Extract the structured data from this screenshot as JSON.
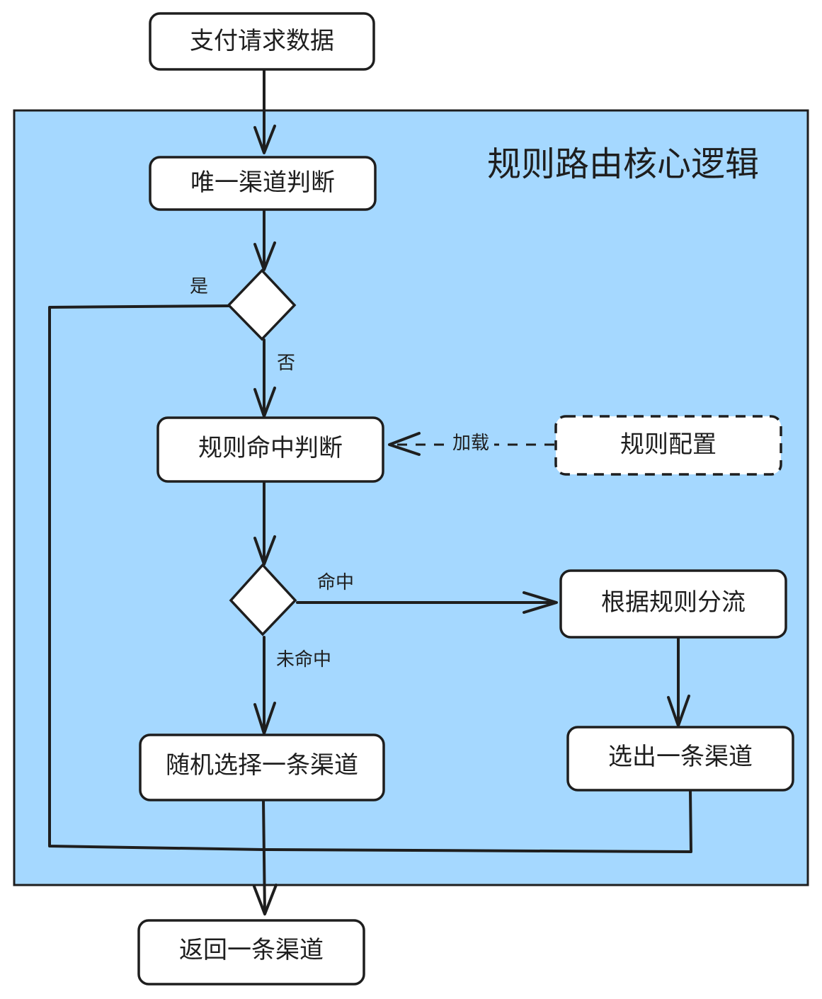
{
  "colors": {
    "region_fill": "#a5d8ff",
    "stroke": "#1e1e1e",
    "node_fill": "#ffffff"
  },
  "region": {
    "title": "规则路由核心逻辑"
  },
  "nodes": {
    "payment_request": "支付请求数据",
    "unique_channel_check": "唯一渠道判断",
    "rule_hit_check": "规则命中判断",
    "rule_config": "规则配置",
    "split_by_rule": "根据规则分流",
    "random_select": "随机选择一条渠道",
    "select_one": "选出一条渠道",
    "return_channel": "返回一条渠道"
  },
  "edge_labels": {
    "yes": "是",
    "no": "否",
    "load": "加载",
    "hit": "命中",
    "miss": "未命中"
  }
}
